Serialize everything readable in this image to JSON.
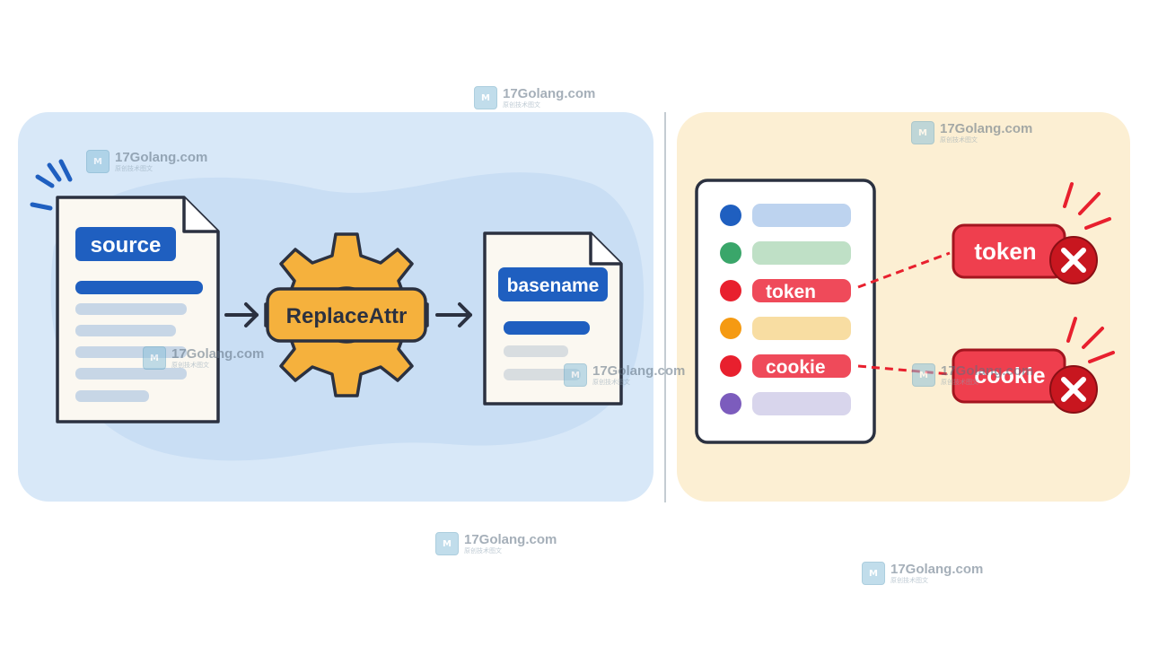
{
  "diagram": {
    "left": {
      "source_label": "source",
      "process_label": "ReplaceAttr",
      "output_label": "basename"
    },
    "right": {
      "items": [
        {
          "label": "",
          "dot_color": "#1f5fc0",
          "bar_color": "#bdd3ef"
        },
        {
          "label": "",
          "dot_color": "#3aa66a",
          "bar_color": "#bfe0c6"
        },
        {
          "label": "token",
          "dot_color": "#e8202e",
          "bar_color": "#ef4a5a"
        },
        {
          "label": "",
          "dot_color": "#f59a12",
          "bar_color": "#f8dda2"
        },
        {
          "label": "cookie",
          "dot_color": "#e8202e",
          "bar_color": "#ef4a5a"
        },
        {
          "label": "",
          "dot_color": "#7c5cbd",
          "bar_color": "#d8d5ec"
        }
      ],
      "removed": [
        {
          "label": "token"
        },
        {
          "label": "cookie"
        }
      ]
    }
  },
  "watermark": {
    "text": "17Golang.com",
    "subtext": "原创技术图文",
    "logo_glyph": "M"
  },
  "colors": {
    "blue_accent": "#1f5fc0",
    "gear_orange": "#f5b13d",
    "red_alert": "#e8202e",
    "outline": "#2b3140"
  }
}
